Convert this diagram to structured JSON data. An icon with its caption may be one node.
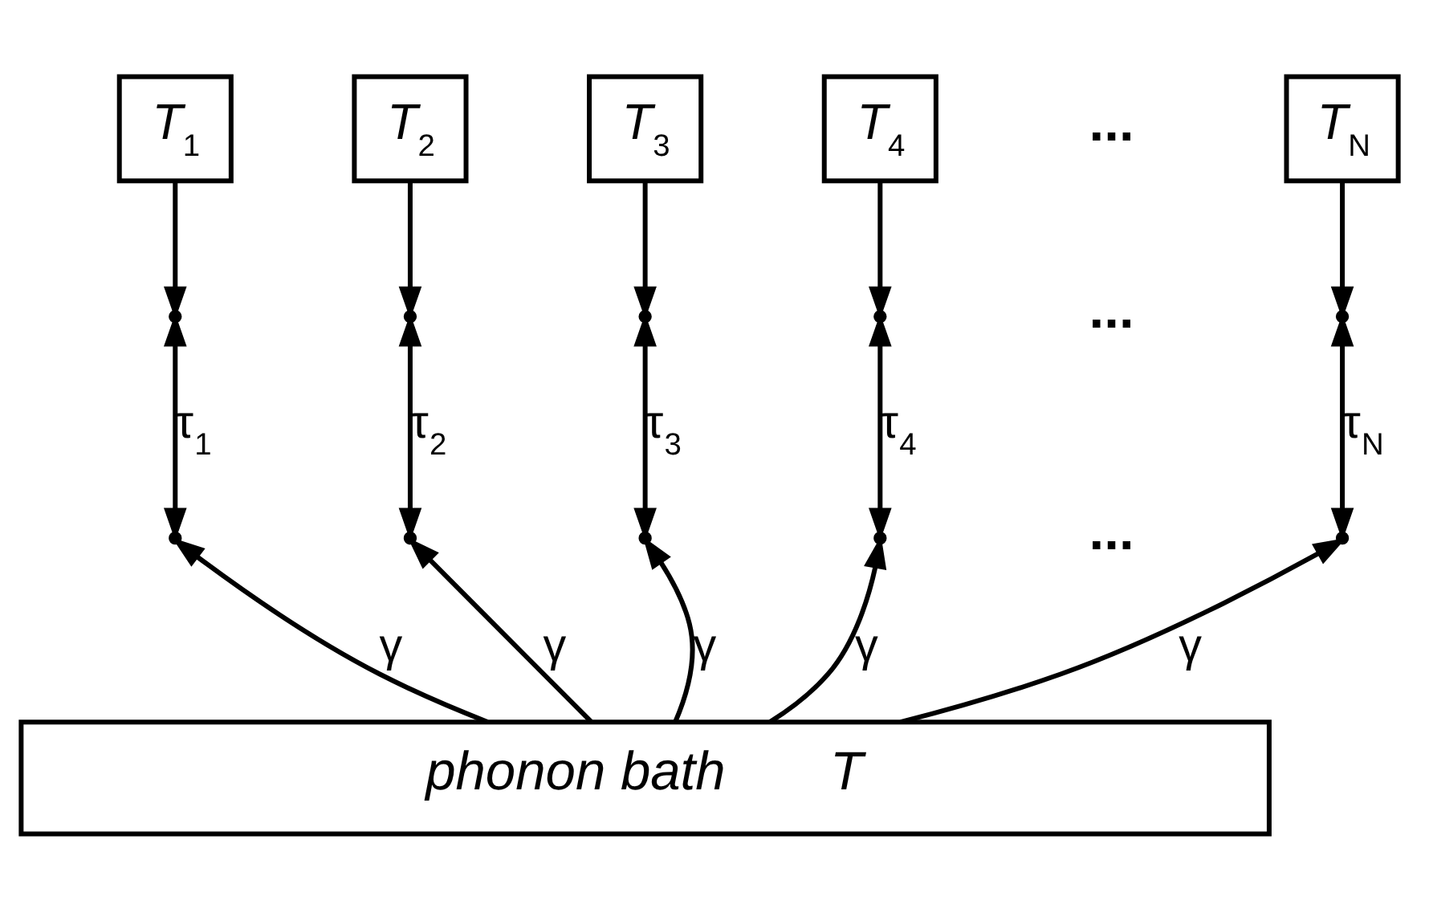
{
  "diagram": {
    "nodes": [
      {
        "text": [
          "*T*$_{1}$"
        ]
      },
      {
        "text": [
          "*T*$_{2}$"
        ]
      },
      {
        "text": [
          "*T*$_{3}$"
        ]
      },
      {
        "text": [
          "*T*$_{4}$"
        ]
      },
      {
        "text": [
          "*T*$_{N}$"
        ]
      },
      {
        "text": [],
        "shape": "point"
      },
      {
        "text": [],
        "shape": "point"
      },
      {
        "text": [],
        "shape": "point"
      },
      {
        "text": [],
        "shape": "point"
      },
      {
        "text": [],
        "shape": "point"
      },
      {
        "text": [],
        "shape": "point"
      },
      {
        "text": [],
        "shape": "point"
      },
      {
        "text": [],
        "shape": "point"
      },
      {
        "text": [],
        "shape": "point"
      },
      {
        "text": [],
        "shape": "point"
      },
      {
        "text": [
          "phonon bath",
          "T"
        ]
      }
    ],
    "edges": [
      {
        "from": 0,
        "to": 5,
        "arrow": "to"
      },
      {
        "from": 1,
        "to": 6,
        "arrow": "to"
      },
      {
        "from": 2,
        "to": 7,
        "arrow": "to"
      },
      {
        "from": 3,
        "to": 8,
        "arrow": "to"
      },
      {
        "from": 4,
        "to": 9,
        "arrow": "to"
      },
      {
        "from": 5,
        "to": 10,
        "arrow": "both",
        "label": "τ$_{1}$"
      },
      {
        "from": 6,
        "to": 11,
        "arrow": "both",
        "label": "τ$_{2}$"
      },
      {
        "from": 7,
        "to": 12,
        "arrow": "both",
        "label": "τ$_{3}$"
      },
      {
        "from": 8,
        "to": 13,
        "arrow": "both",
        "label": "τ$_{4}$"
      },
      {
        "from": 9,
        "to": 14,
        "arrow": "both",
        "label": "τ$_{N}$"
      },
      {
        "from": 15,
        "to": 10,
        "arrow": "to",
        "label": "γ"
      },
      {
        "from": 15,
        "to": 11,
        "arrow": "to",
        "label": "γ"
      },
      {
        "from": 15,
        "to": 12,
        "arrow": "to",
        "label": "γ"
      },
      {
        "from": 15,
        "to": 13,
        "arrow": "to",
        "label": "γ"
      },
      {
        "from": 15,
        "to": 14,
        "arrow": "to",
        "label": "γ"
      }
    ],
    "labels": [
      "...",
      "...",
      "..."
    ]
  }
}
